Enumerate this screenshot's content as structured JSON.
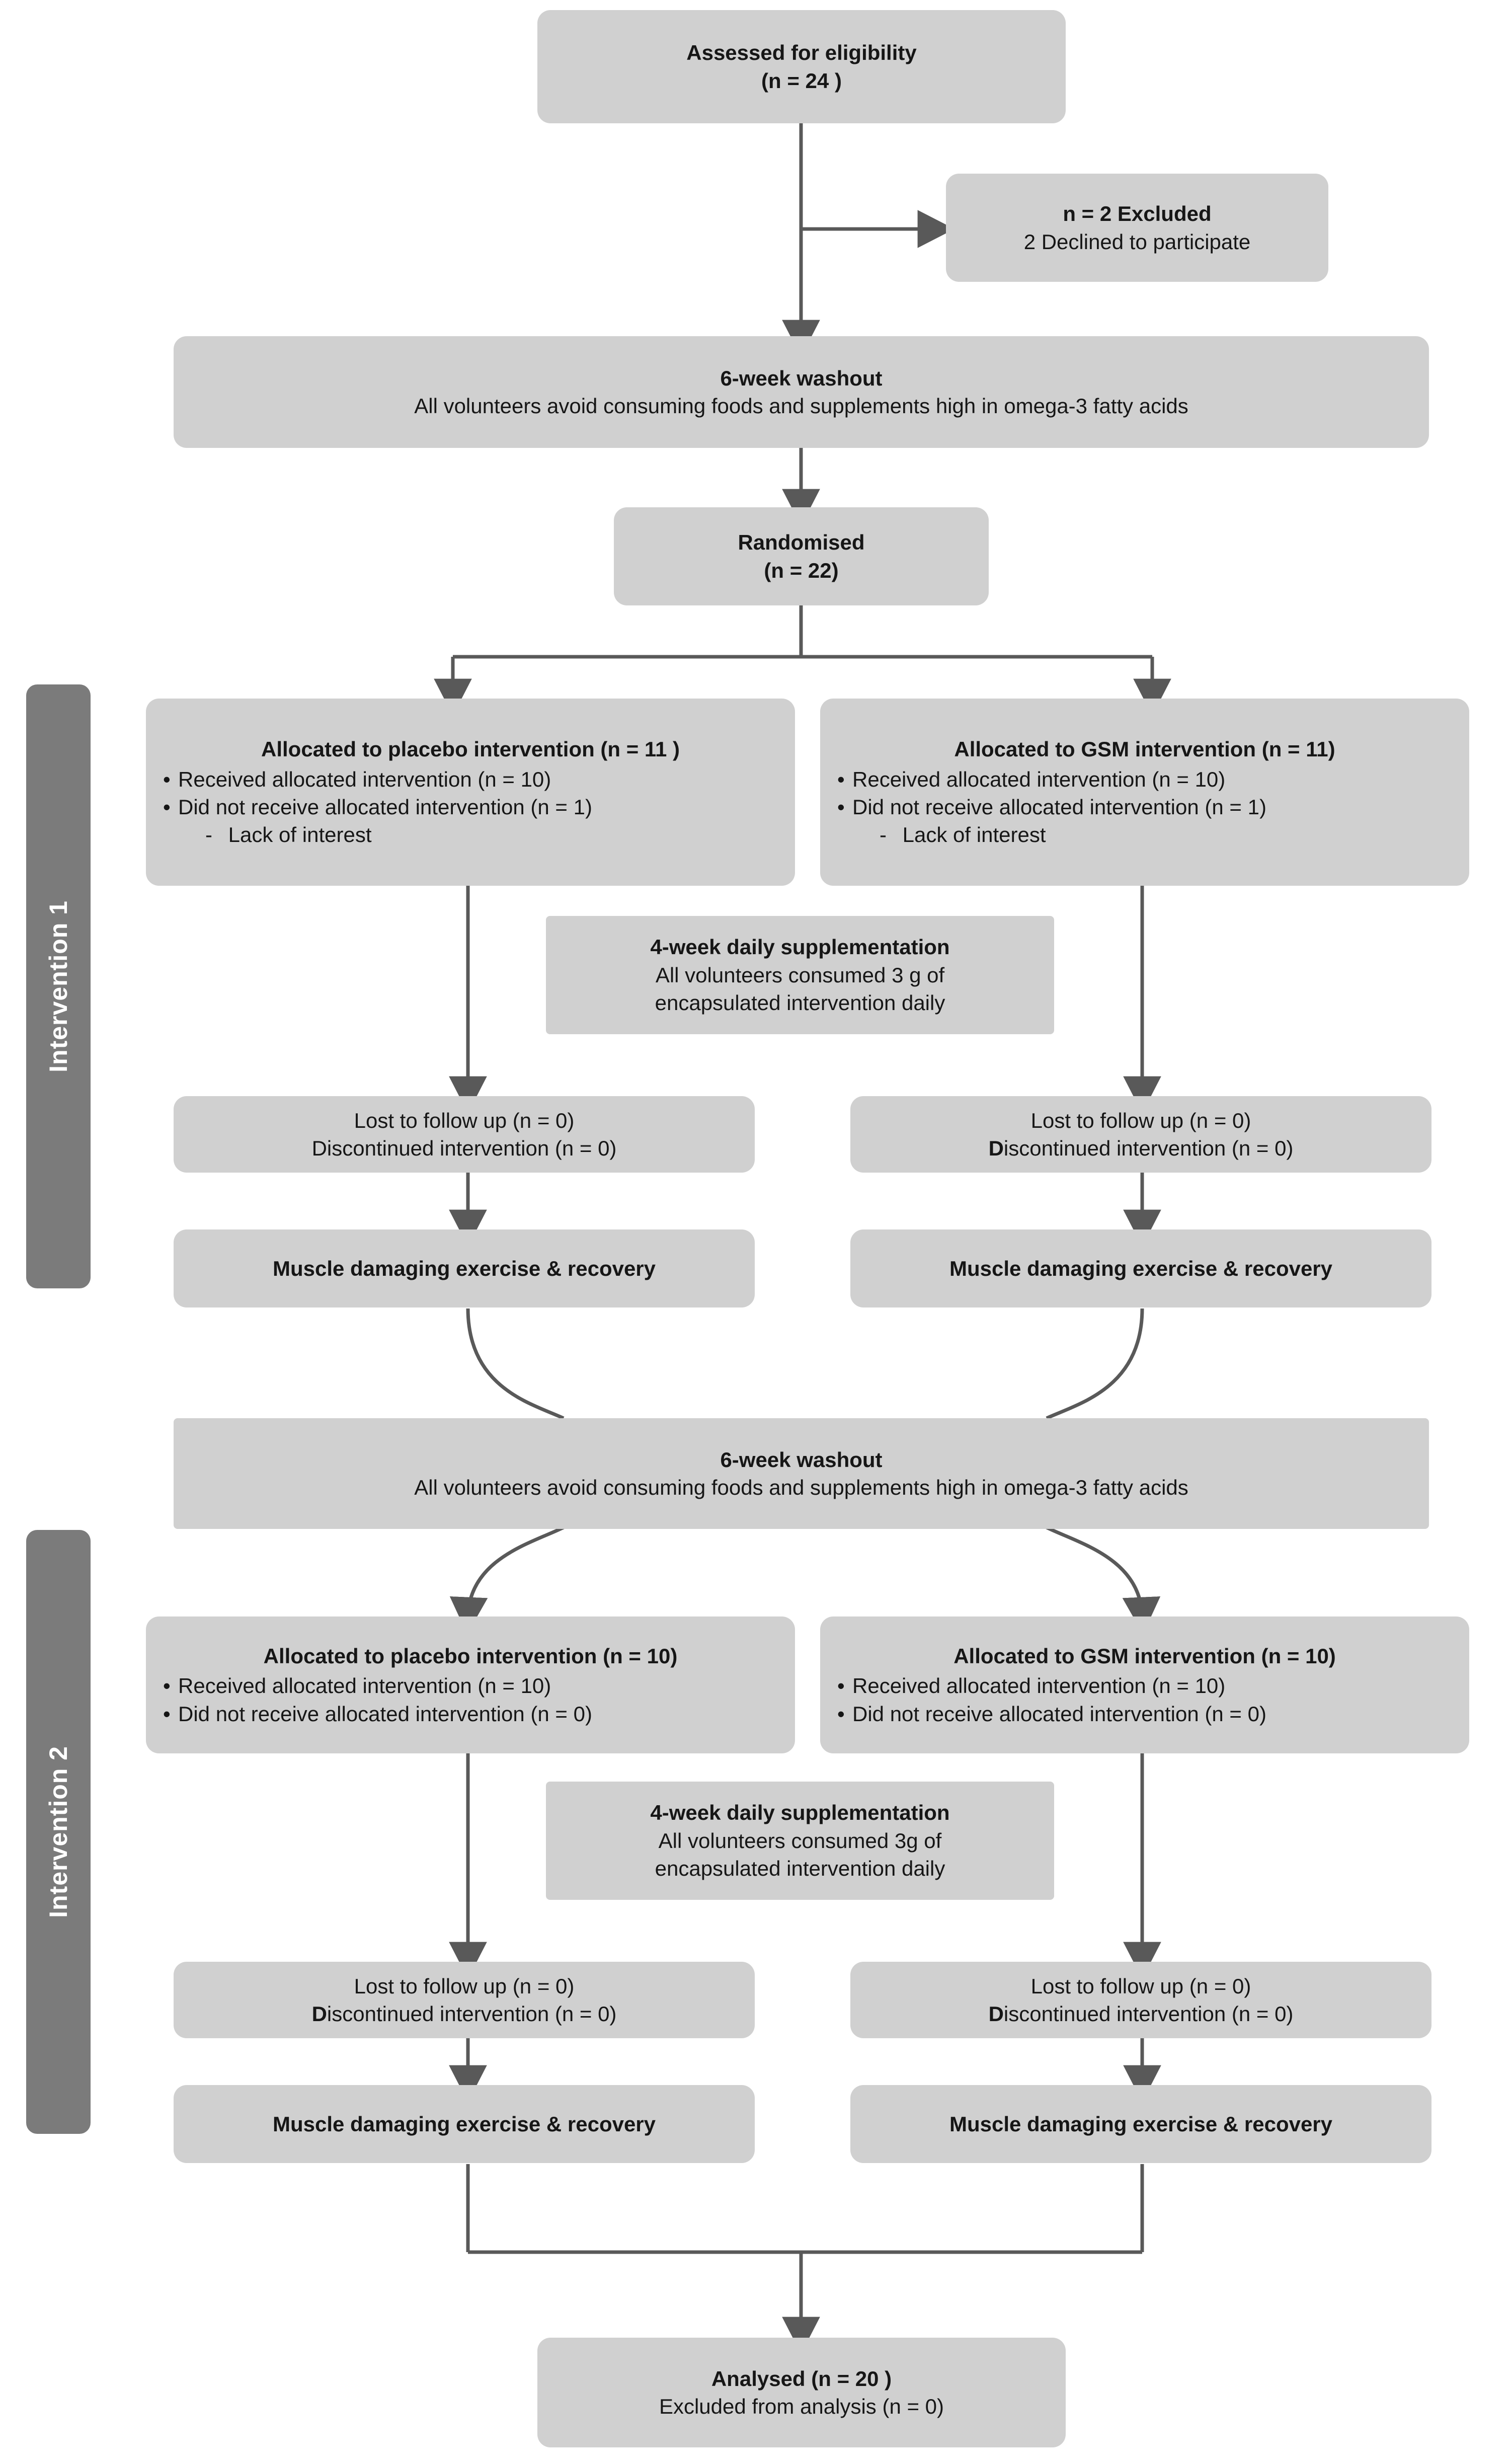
{
  "diagram": {
    "title": "CONSORT participant flow diagram",
    "colors": {
      "box_fill": "#d0d0d0",
      "sidebar_fill": "#7b7b7b",
      "sidebar_text": "#ffffff",
      "text": "#161616",
      "connector": "#595959"
    }
  },
  "sidebars": [
    {
      "label": "Intervention 1"
    },
    {
      "label": "Intervention 2"
    }
  ],
  "nodes": {
    "eligibility": {
      "line1": "Assessed for eligibility",
      "line2": "(n = 24 )"
    },
    "excluded": {
      "line1": "n = 2 Excluded",
      "line2": "2 Declined to participate"
    },
    "washout1": {
      "line1": "6-week washout",
      "line2": "All volunteers avoid consuming foods and supplements high in omega-3 fatty acids"
    },
    "randomised": {
      "line1": "Randomised",
      "line2": "(n = 22)"
    },
    "alloc1_placebo": {
      "header": "Allocated to placebo  intervention (n = 11 )",
      "bullet1": "Received allocated intervention (n = 10)",
      "bullet2": "Did not receive allocated intervention (n = 1)",
      "sub1": " Lack of interest"
    },
    "alloc1_gsm": {
      "header": "Allocated to GSM intervention (n = 11)",
      "bullet1": "Received allocated intervention (n = 10)",
      "bullet2": "Did not receive allocated intervention (n = 1)",
      "sub1": " Lack of interest"
    },
    "supp1": {
      "line1": "4-week daily supplementation",
      "line2": "All volunteers consumed 3 g of",
      "line3": "encapsulated intervention daily"
    },
    "lost1_left": {
      "line1": "Lost to follow up (n = 0)",
      "line2": "Discontinued intervention (n = 0)"
    },
    "lost1_right": {
      "line1": "Lost to follow up (n = 0)",
      "line2_bold": "D",
      "line2_rest": "iscontinued intervention (n = 0)"
    },
    "exercise1_left": {
      "line1": "Muscle damaging  exercise & recovery"
    },
    "exercise1_right": {
      "line1": "Muscle damaging  exercise & recovery"
    },
    "washout2": {
      "line1": "6-week washout",
      "line2": "All volunteers avoid consuming foods and supplements high in omega-3 fatty acids"
    },
    "alloc2_placebo": {
      "header": "Allocated to placebo  intervention (n = 10)",
      "bullet1": "Received allocated intervention (n = 10)",
      "bullet2": "Did not receive allocated intervention (n = 0)"
    },
    "alloc2_gsm": {
      "header": "Allocated to GSM intervention (n = 10)",
      "bullet1": "Received allocated intervention (n = 10)",
      "bullet2": "Did not receive allocated intervention (n = 0)"
    },
    "supp2": {
      "line1": "4-week daily supplementation",
      "line2": "All volunteers consumed 3g of",
      "line3": "encapsulated intervention daily"
    },
    "lost2_left": {
      "line1": "Lost to follow up (n = 0)",
      "line2_bold": "D",
      "line2_rest": "iscontinued intervention (n = 0)"
    },
    "lost2_right": {
      "line1": "Lost to follow up (n = 0)",
      "line2_bold": "D",
      "line2_rest": "iscontinued intervention (n = 0)"
    },
    "exercise2_left": {
      "line1": "Muscle damaging  exercise & recovery"
    },
    "exercise2_right": {
      "line1": "Muscle damaging  exercise & recovery"
    },
    "analysed": {
      "line1": "Analysed (n = 20 )",
      "line2": "Excluded from analysis (n = 0)"
    }
  }
}
